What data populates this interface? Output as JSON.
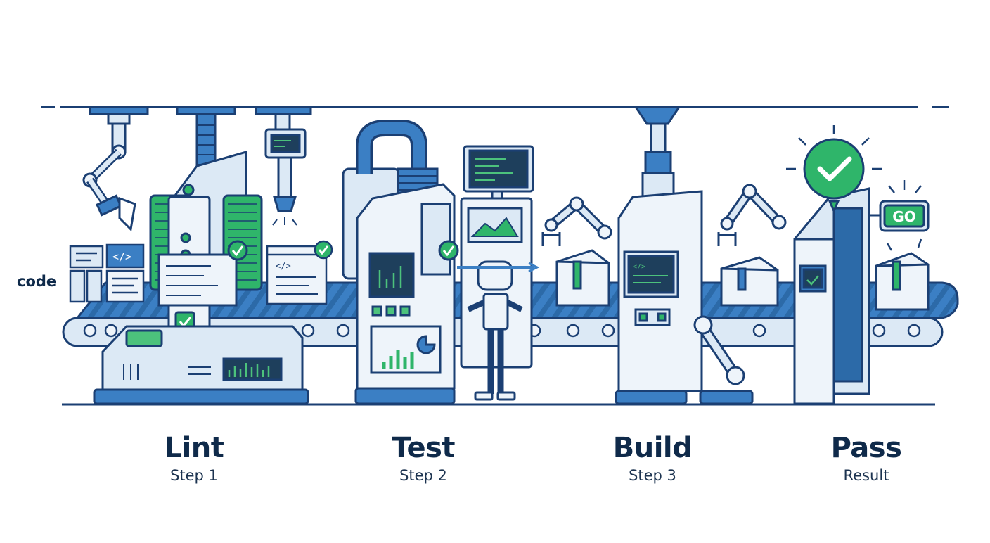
{
  "input": {
    "label": "code"
  },
  "stages": [
    {
      "title": "Lint",
      "subtitle": "Step 1"
    },
    {
      "title": "Test",
      "subtitle": "Step 2"
    },
    {
      "title": "Build",
      "subtitle": "Step 3"
    },
    {
      "title": "Pass",
      "subtitle": "Result"
    }
  ],
  "sign": {
    "label": "GO"
  },
  "colors": {
    "outline": "#1b3f73",
    "blue": "#3b7fc4",
    "light": "#dce9f5",
    "pale": "#eef4fa",
    "green": "#2fb56a",
    "greenLight": "#4cc27c",
    "screen": "#1e3f5c"
  },
  "icons": [
    "code-tag-icon",
    "check-icon",
    "check-badge-icon",
    "robot-icon",
    "robotic-arm-icon",
    "package-icon",
    "go-sign-icon"
  ]
}
